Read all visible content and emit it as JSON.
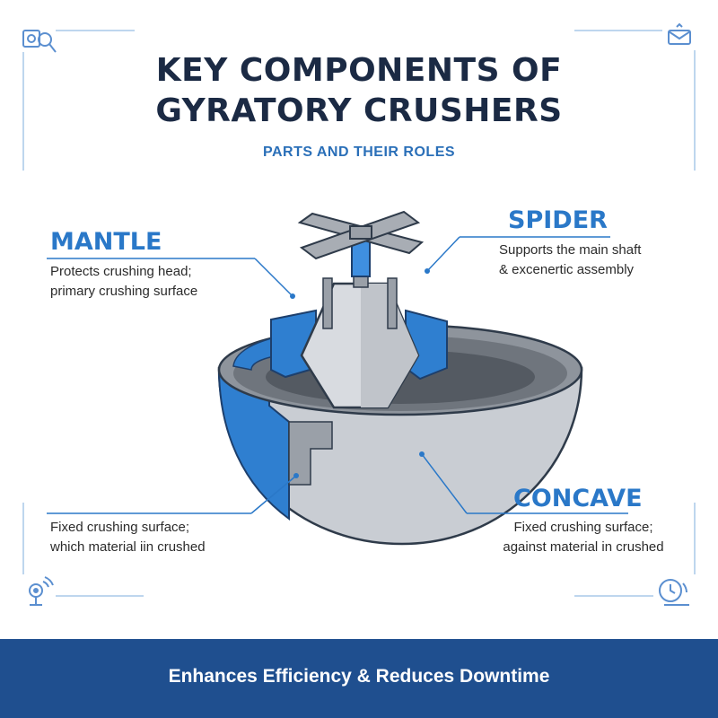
{
  "title": {
    "line1": "KEY COMPONENTS OF",
    "line2": "GYRATORY CRUSHERS"
  },
  "subtitle": "PARTS AND THEIR ROLES",
  "labels": {
    "mantle": {
      "heading": "MANTLE",
      "line1": "Protects crushing head;",
      "line2": "primary crushing surface"
    },
    "spider": {
      "heading": "SPIDER",
      "line1": "Supports the main shaft",
      "line2": "& excenertic assembly"
    },
    "left_lower": {
      "line1": "Fixed crushing surface;",
      "line2": "which material iin crushed"
    },
    "concave": {
      "heading": "CONCAVE",
      "line1": "Fixed crushing surface;",
      "line2": "against material in crushed"
    }
  },
  "footer": "Enhances Efficiency & Reduces Downtime",
  "icons": [
    "search-gear-icon",
    "mail-icon",
    "signal-icon",
    "clock-icon"
  ],
  "colors": {
    "accent": "#2a78c8",
    "title": "#1b2a44",
    "footer": "#1f4f8f",
    "grey": "#c8ccd2"
  }
}
